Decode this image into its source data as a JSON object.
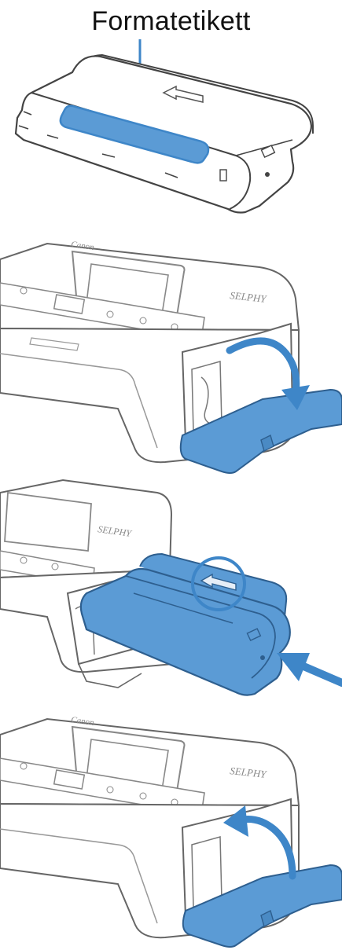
{
  "label": "Formatetikett",
  "printer": {
    "brand": "Canon",
    "model": "SELPHY"
  },
  "colors": {
    "accent": "#3e86c8",
    "accent_fill": "#5b9bd5",
    "outline": "#444444",
    "panel_fill": "#ffffff"
  },
  "steps": [
    {
      "id": "cartridge-format-label"
    },
    {
      "id": "open-cartridge-cover"
    },
    {
      "id": "insert-cartridge"
    },
    {
      "id": "close-cartridge-cover"
    }
  ]
}
